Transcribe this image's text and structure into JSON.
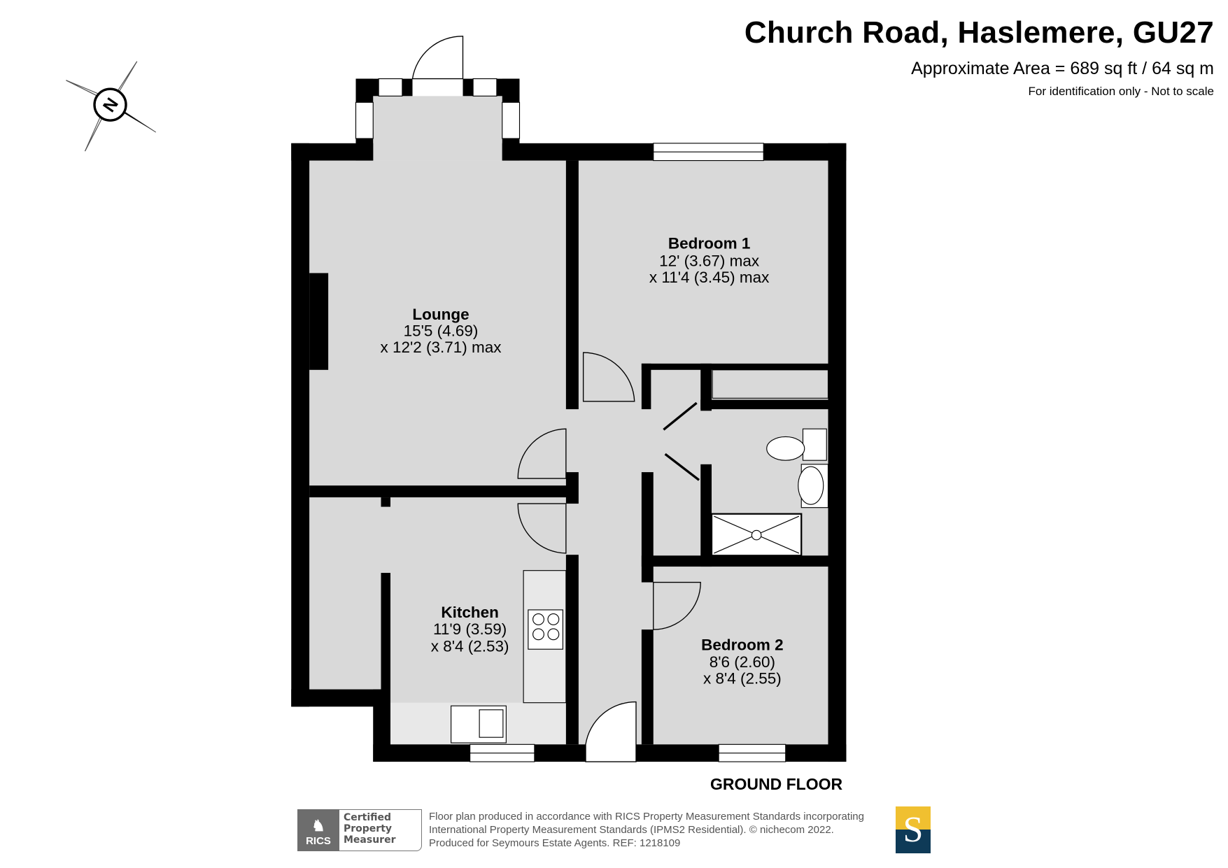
{
  "header": {
    "title": "Church Road, Haslemere, GU27",
    "area": "Approximate Area = 689 sq ft / 64 sq m",
    "note": "For identification only - Not to scale"
  },
  "compass": {
    "label": "N"
  },
  "rooms": [
    {
      "name": "Lounge",
      "dim1": "15'5 (4.69)",
      "dim2": "x 12'2 (3.71) max"
    },
    {
      "name": "Bedroom 1",
      "dim1": "12' (3.67) max",
      "dim2": "x 11'4 (3.45) max"
    },
    {
      "name": "Kitchen",
      "dim1": "11'9 (3.59)",
      "dim2": "x 8'4 (2.53)"
    },
    {
      "name": "Bedroom 2",
      "dim1": "8'6 (2.60)",
      "dim2": "x 8'4 (2.55)"
    }
  ],
  "floor_label": "GROUND FLOOR",
  "footer": {
    "rics_badge": "RICS",
    "rics_cert": [
      "Certified",
      "Property",
      "Measurer"
    ],
    "disclaimer": [
      "Floor plan produced in accordance with RICS Property Measurement Standards incorporating",
      "International Property Measurement Standards (IPMS2 Residential).   © nichecom 2022.",
      "Produced for Seymours Estate Agents.   REF:  1218109"
    ],
    "agent_logo": "S"
  },
  "colors": {
    "floor": "#d9d9d9",
    "wall": "#000000",
    "agent_yellow": "#f0c030",
    "agent_navy": "#0e3a57"
  }
}
